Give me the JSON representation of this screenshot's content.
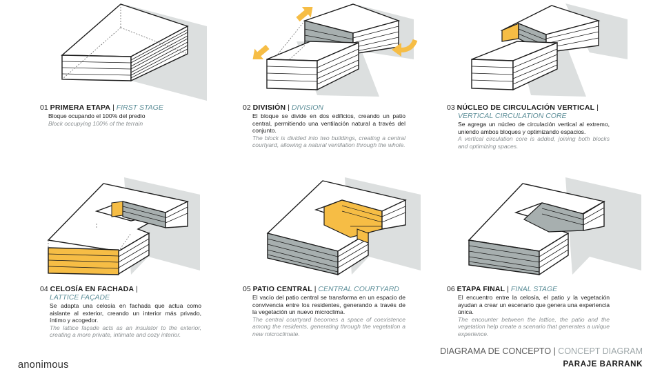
{
  "stages": [
    {
      "number": "01",
      "title_es": "PRIMERA ETAPA",
      "separator": "|",
      "title_en": "FIRST STAGE",
      "text_es": "Bloque ocupando el 100% del predio",
      "text_en": "Block occupying 100% of the terrain"
    },
    {
      "number": "02",
      "title_es": "DIVISIÓN",
      "separator": "|",
      "title_en": "DIVISION",
      "text_es": "El bloque se divide en dos edificios, creando un patio central, permitiendo una ventilación natural a través del conjunto.",
      "text_en": "The block is divided into two buildings, creating a central courtyard, allowing a natural ventilation through the whole."
    },
    {
      "number": "03",
      "title_es": "NÚCLEO DE CIRCULACIÓN VERTICAL",
      "separator": "|",
      "title_en": "VERTICAL CIRCULATION CORE",
      "text_es": "Se agrega un núcleo de circulación vertical al extremo, uniendo ambos bloques y optimizando espacios.",
      "text_en": "A vertical circulation core is added, joining both blocks and optimizing spaces."
    },
    {
      "number": "04",
      "title_es": "CELOSÍA EN FACHADA",
      "separator": "|",
      "title_en": "LATTICE FAÇADE",
      "text_es": "Se adapta una celosía en fachada que actua como aislante al exterior, creando un interior más privado, íntimo y acogedor.",
      "text_en": "The lattice façade acts as an insulator to the exterior, creating a more private, intimate and cozy interior."
    },
    {
      "number": "05",
      "title_es": "PATIO CENTRAL",
      "separator": "|",
      "title_en": "CENTRAL COURTYARD",
      "text_es": "El vacío del patio central se transforma en un espacio de convivencia entre los residentes, generando a través de la vegetación un nuevo microclima.",
      "text_en": "The central courtyard becomes a space of coexistence among the residents, generating through the vegetation a new microclimate."
    },
    {
      "number": "06",
      "title_es": "ETAPA FINAL",
      "separator": "|",
      "title_en": "FINAL STAGE",
      "text_es": "El encuentro entre la celosía, el patio y la vegetación ayudan a crear un escenario que genera una experiencia única.",
      "text_en": "The encounter between the lattice, the patio and the vegetation help create a scenario that generates a unique experience."
    }
  ],
  "footer": {
    "title_es": "DIAGRAMA DE CONCEPTO",
    "separator": "|",
    "title_en": "CONCEPT DIAGRAM",
    "project": "PARAJE BARRANK",
    "brand": "anonimous"
  },
  "colors": {
    "outline": "#1c1c1c",
    "top_face": "#ffffff",
    "white_face": "#ffffff",
    "gray_face": "#a7afaf",
    "yellow_face": "#f6bd45",
    "shadow": "#dcdfdf",
    "accent_text": "#5e8f99",
    "arrow": "#f6bd45"
  }
}
